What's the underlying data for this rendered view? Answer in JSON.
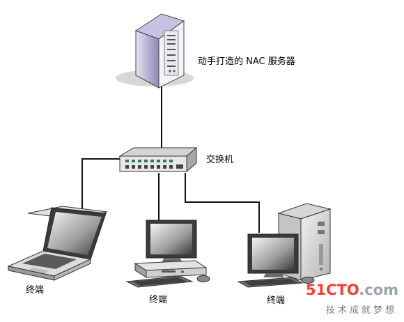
{
  "labels": {
    "server": "动手打造的 NAC 服务器",
    "switch": "交换机",
    "terminal_1": "终端",
    "terminal_2": "终端",
    "terminal_3": "终端"
  },
  "watermark": {
    "brand_red": "51CTO",
    "brand_gray": ".com",
    "slogan": "技术成就梦想"
  },
  "colors": {
    "line": "#111111",
    "brand_red": "#ff3b2f",
    "brand_gray": "#9aa4ad"
  }
}
